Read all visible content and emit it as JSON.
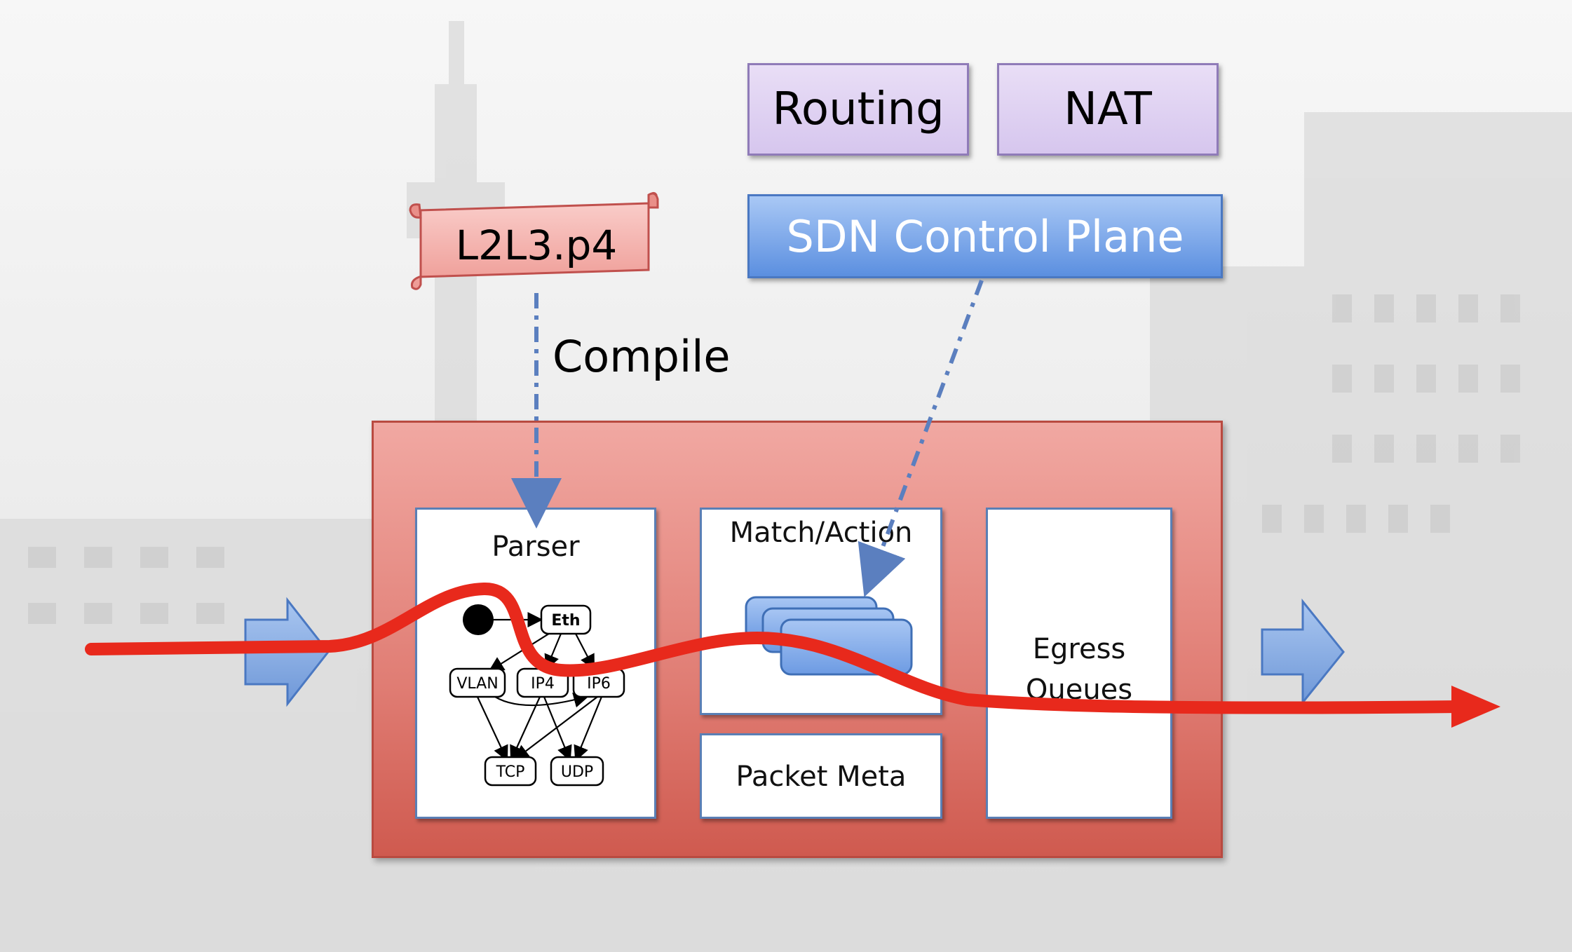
{
  "top_boxes": {
    "routing": "Routing",
    "nat": "NAT",
    "sdn_control_plane": "SDN Control Plane"
  },
  "program": {
    "file": "L2L3.p4",
    "compile_label": "Compile"
  },
  "switch": {
    "parser": {
      "title": "Parser",
      "graph_nodes": {
        "eth": "Eth",
        "vlan": "VLAN",
        "ipv4": "IP4",
        "ipv6": "IP6",
        "tcp": "TCP",
        "udp": "UDP"
      }
    },
    "match_action": "Match/Action",
    "packet_meta": "Packet Meta",
    "egress_queues": "Egress Queues"
  },
  "colors": {
    "flow_arrow": "#e8291c",
    "dashed_line": "#5b7fbf",
    "block_arrow": "#7fa6e0",
    "switch_fill": "#e07d74",
    "sdn_fill": "#5b8fe0",
    "scroll_fill": "#f4b3b0"
  }
}
